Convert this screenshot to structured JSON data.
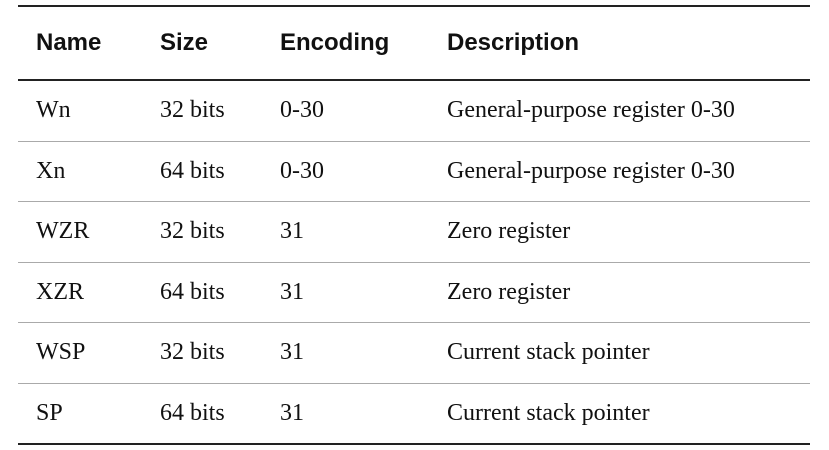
{
  "table": {
    "headers": [
      "Name",
      "Size",
      "Encoding",
      "Description"
    ],
    "rows": [
      [
        "Wn",
        "32 bits",
        "0-30",
        "General-purpose register 0-30"
      ],
      [
        "Xn",
        "64 bits",
        "0-30",
        "General-purpose register 0-30"
      ],
      [
        "WZR",
        "32 bits",
        "31",
        "Zero register"
      ],
      [
        "XZR",
        "64 bits",
        "31",
        "Zero register"
      ],
      [
        "WSP",
        "32 bits",
        "31",
        "Current stack pointer"
      ],
      [
        "SP",
        "64 bits",
        "31",
        "Current stack pointer"
      ]
    ]
  }
}
